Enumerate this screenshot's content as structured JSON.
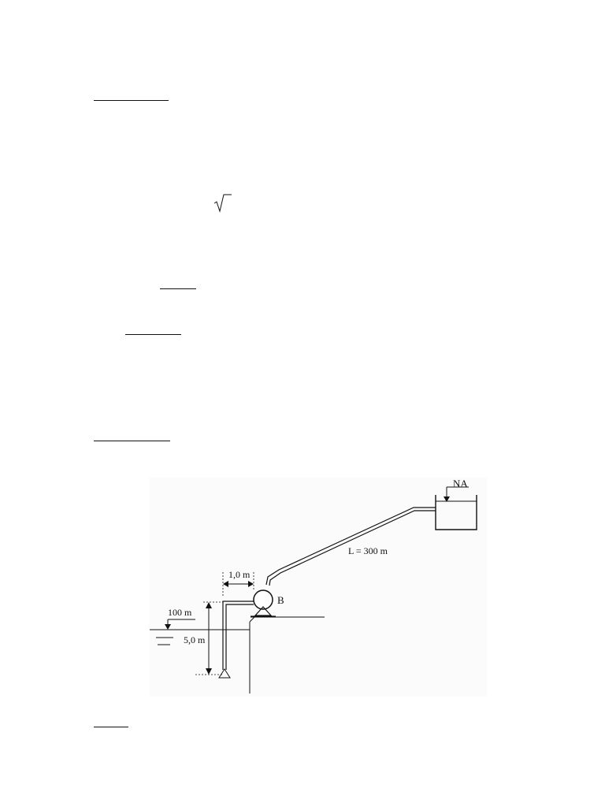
{
  "figure": {
    "labels": {
      "reservoir_level": "NA",
      "pipe_length": "L = 300 m",
      "horizontal_distance": "1,0 m",
      "pump": "B",
      "suction_pipe_length": "100 m",
      "vertical_height": "5,0 m"
    }
  }
}
